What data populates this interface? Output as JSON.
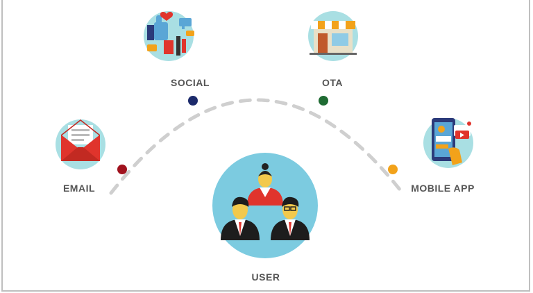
{
  "nodes": {
    "social": {
      "label": "SOCIAL"
    },
    "ota": {
      "label": "OTA"
    },
    "email": {
      "label": "EMAIL"
    },
    "mobile": {
      "label": "MOBILE APP"
    },
    "user": {
      "label": "USER"
    }
  },
  "colors": {
    "circle_bg": "#a9dfe3",
    "user_bg": "#7ccbe0",
    "arc": "#cfcfcf",
    "dot_social": "#1c2a6b",
    "dot_ota": "#1f6b33",
    "dot_email": "#a0121e",
    "dot_mobile": "#f2a21a",
    "label": "#555555"
  }
}
